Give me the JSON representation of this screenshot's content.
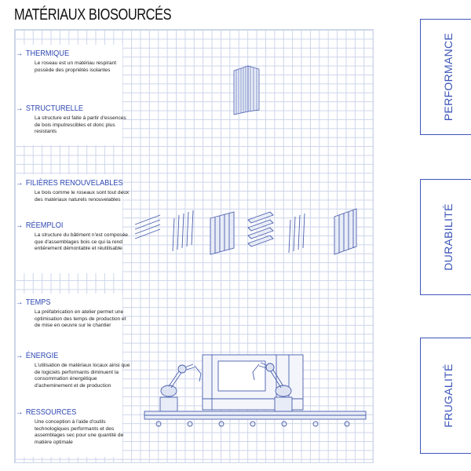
{
  "title": "MATÉRIAUX BIOSOURCÉS",
  "sections": [
    {
      "items": [
        {
          "heading": "THERMIQUE",
          "text": "Le roseau est un matériau respirant possède des propriétés isolantes"
        },
        {
          "heading": "STRUCTURELLE",
          "text": "La structure est faite à partir d'essences de bois imputrescibles et donc plus resistants"
        }
      ]
    },
    {
      "items": [
        {
          "heading": "FILIÈRES RENOUVELABLES",
          "text": "Le bois comme le roseaux sont tout deux des matériaux naturels renouvelables"
        },
        {
          "heading": "RÉEMPLOI",
          "text": "La structure du bâtiment n'est composée que d'assemblages bois ce qui la rend entièrement démontable et réutilisable"
        }
      ]
    },
    {
      "items": [
        {
          "heading": "TEMPS",
          "text": "La préfabrication en atelier permet une optimisation des temps de production et de mise en oeuvre sur le chantier"
        },
        {
          "heading": "ÉNERGIE",
          "text": "L'utilisation de matériaux locaux ainsi que de logiciels performants diminuent la consommation énergétique d'acheminement et de production"
        },
        {
          "heading": "RESSOURCES",
          "text": "Une conception à l'aide d'outils technologiques performants et des assemblages sec pour une quantité de matière optimale"
        }
      ]
    }
  ],
  "side_labels": [
    "PERFORMANCE",
    "DURABILITÉ",
    "FRUGALITÉ"
  ],
  "colors": {
    "accent": "#2d47b3",
    "grid": "#cdd5ea",
    "sketch": "#4a5fae"
  }
}
